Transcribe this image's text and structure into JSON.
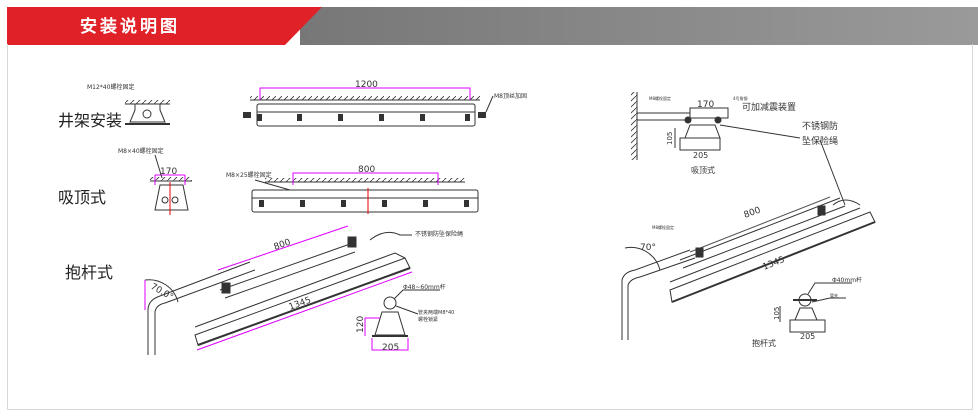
{
  "header": {
    "title": "安装说明图",
    "accent": "#e02127",
    "band": "#8a8a8a"
  },
  "left": {
    "rack": {
      "label": "井架安装",
      "bolt_note": "M12*40螺栓固定",
      "span": "1200",
      "side_note": "M8顶丝加固"
    },
    "ceiling": {
      "label": "吸顶式",
      "bolt_note": "M8×40螺栓固定",
      "width": "170",
      "bolt_note2": "M8×25螺栓固定",
      "span": "800"
    },
    "pole": {
      "label": "抱杆式",
      "angle": "70.0°",
      "span": "800",
      "length": "1345",
      "rope_note": "不锈钢防坠保险绳",
      "pole_note": "Φ48~60mm杆",
      "clamp_note1": "管夹两端M8*40",
      "clamp_note2": "螺栓锁紧",
      "height": "120",
      "width": "205"
    }
  },
  "right": {
    "ceiling": {
      "bolt_note": "M8螺栓固定",
      "steel_note": "4号角钢",
      "width": "170",
      "damper_note": "可加减震装置",
      "rope_note1": "不锈钢防",
      "rope_note2": "坠保险绳",
      "height": "105",
      "base": "205",
      "label": "吸顶式"
    },
    "pole": {
      "bolt_note": "M8螺栓固定",
      "span": "800",
      "angle": "70°",
      "length": "1345",
      "pole_note": "Φ40mm杆",
      "clamp_note": "管夹",
      "height": "105",
      "base": "205",
      "label": "抱杆式"
    }
  }
}
